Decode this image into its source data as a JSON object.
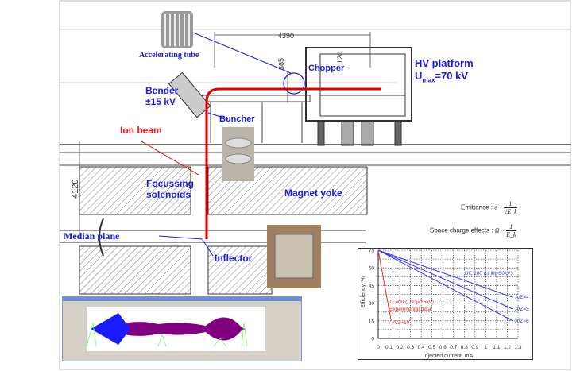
{
  "labels": {
    "accelerating_tube": "Accelerating tube",
    "chopper": "Chopper",
    "hv_platform_line1": "HV platform",
    "hv_platform_umax_prefix": "U",
    "hv_platform_umax_sub": "max",
    "hv_platform_umax_value": "=70 kV",
    "bender_line1": "Bender",
    "bender_line2": "±15 kV",
    "buncher": "Buncher",
    "ion_beam": "Ion beam",
    "focussing_line1": "Focussing",
    "focussing_line2": "solenoids",
    "magnet_yoke": "Magnet yoke",
    "median_plane": "Median plane",
    "inflector": "Inflector"
  },
  "dimensions": {
    "horizontal": "4390",
    "vertical_1": "365",
    "vertical_2": "120",
    "height": "4120"
  },
  "formulas": {
    "emittance_label": "Emittance :",
    "emittance_lhs": "ε ~",
    "emittance_num": "1",
    "emittance_den": "√E_k",
    "space_charge_label": "Space charge effects :",
    "space_charge_lhs": "Ω ~",
    "space_charge_num": "1",
    "space_charge_den": "E_k"
  },
  "colors": {
    "label_blue": "#1a1ae6",
    "label_red": "#e61a1a",
    "beam_red": "#e00000",
    "envelope_purple": "#800080"
  },
  "chart_data": {
    "type": "line",
    "xlabel": "Injected current, mA",
    "ylabel": "Efficiency, %",
    "xlim": [
      0,
      1.3
    ],
    "ylim": [
      0,
      75
    ],
    "x_ticks": [
      "0",
      "0.1",
      "0.2",
      "0.3",
      "0.4",
      "0.5",
      "0.6",
      "0.7",
      "0.8",
      "0.9",
      "1",
      "1.1",
      "1.2",
      "1.3"
    ],
    "y_ticks": [
      "0",
      "15",
      "30",
      "45",
      "60",
      "75"
    ],
    "grid": true,
    "annotations": {
      "dc280": "DC 280 (U inj=50kV)",
      "u400_line1": "U 400 (U inj=15kV)",
      "u400_line2": "Experimental data"
    },
    "series": [
      {
        "name": "A/Z=4",
        "color": "#3333ff",
        "x": [
          0,
          1.25
        ],
        "y": [
          75,
          35
        ]
      },
      {
        "name": "A/Z=5",
        "color": "#3333ff",
        "x": [
          0,
          1.25
        ],
        "y": [
          75,
          25
        ]
      },
      {
        "name": "A/Z=6",
        "color": "#3333ff",
        "x": [
          0,
          1.25
        ],
        "y": [
          75,
          15
        ]
      },
      {
        "name": "A/Z=10",
        "color": "#ff2222",
        "x": [
          0,
          0.12
        ],
        "y": [
          75,
          15
        ]
      }
    ]
  }
}
